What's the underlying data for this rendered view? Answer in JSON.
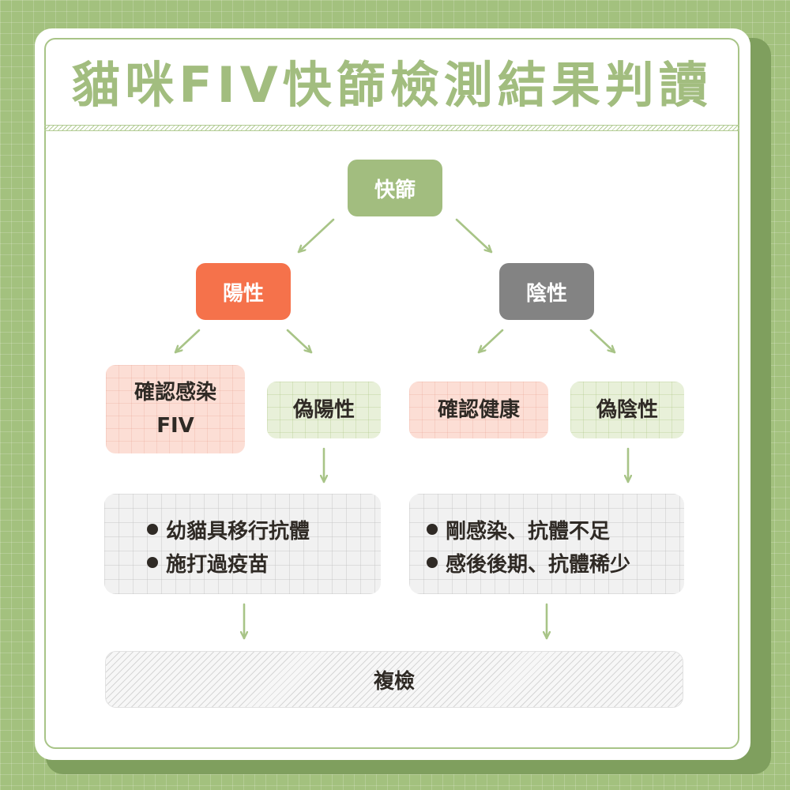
{
  "title": "貓咪FIV快篩檢測結果判讀",
  "nodes": {
    "screening": "快篩",
    "positive": "陽性",
    "negative": "陰性",
    "confirmed_fiv_line1": "確認感染",
    "confirmed_fiv_line2": "FIV",
    "false_positive": "偽陽性",
    "confirmed_healthy": "確認健康",
    "false_negative": "偽陰性",
    "recheck": "複檢"
  },
  "false_positive_reasons": [
    "幼貓具移行抗體",
    "施打過疫苗"
  ],
  "false_negative_reasons": [
    "剛感染、抗體不足",
    "感後後期、抗體稀少"
  ],
  "colors": {
    "background": "#a3c17e",
    "accent_green": "#a2bd7f",
    "positive": "#f5724b",
    "negative": "#838383",
    "arrow": "#a8c487"
  }
}
